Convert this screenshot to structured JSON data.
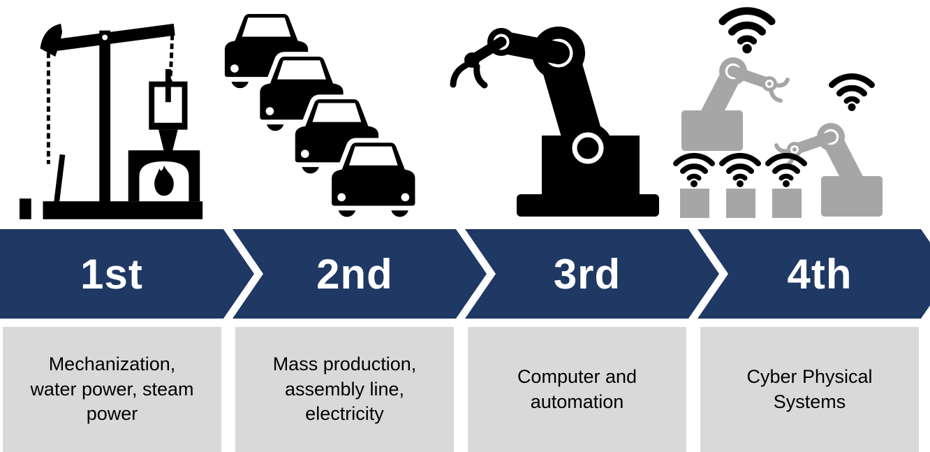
{
  "stages": [
    {
      "label": "1st",
      "description": "Mechanization,\nwater power, steam\npower",
      "icon": "steam-engine-pumpjack-icon"
    },
    {
      "label": "2nd",
      "description": "Mass production,\nassembly line,\nelectricity",
      "icon": "car-assembly-line-icon"
    },
    {
      "label": "3rd",
      "description": "Computer and\nautomation",
      "icon": "industrial-robot-arm-icon"
    },
    {
      "label": "4th",
      "description": "Cyber Physical\nSystems",
      "icon": "connected-cyber-physical-robots-icon"
    }
  ],
  "colors": {
    "chevron_navy": "#1F3864",
    "description_box_gray": "#D9D9D9",
    "icon_black": "#000000",
    "icon_gray": "#A6A6A6",
    "label_text": "#FFFFFF",
    "description_text": "#000000"
  }
}
